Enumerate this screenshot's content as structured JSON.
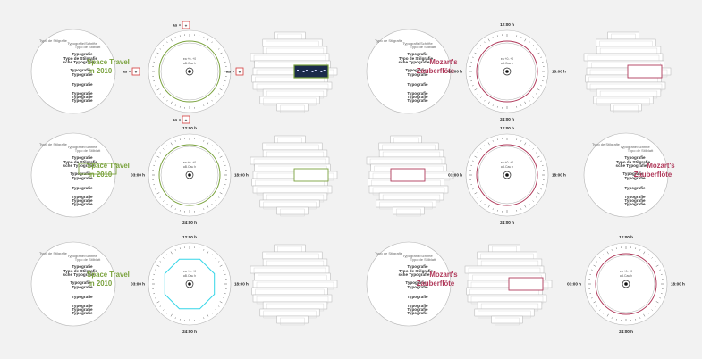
{
  "colors": {
    "space": "#7aa23d",
    "mozart": "#b03a5b",
    "cyan": "#35d6e8",
    "line": "#b4b4b4",
    "add": "#d23b3b"
  },
  "hours": {
    "top": "12:00 h",
    "left": "03:00 h",
    "right": "18:00 h",
    "bottom": "24:00 h"
  },
  "center_text": {
    "line1": "ea  +0..+0",
    "line2": "aB.Cau  h"
  },
  "typo": {
    "space": {
      "small": [
        "Typografie/Schrifte",
        "Typo de Stilblatt",
        "Typografie",
        "Typo de Stilgrafie",
        "sche Typografie",
        "Typografie",
        "Typografie",
        "Typografie",
        "Typografie",
        "Typografie",
        "Typografie"
      ],
      "title": [
        "Space Travel",
        "in 2010"
      ],
      "faint": [
        "Typo de Stilgrafie"
      ]
    },
    "mozart": {
      "small": [
        "Typografie/Schrifte",
        "Typo de Stilblatt",
        "Typografie",
        "Typo de Stilgrafie",
        "sche Typografie",
        "Typografie",
        "Typografie",
        "Typografie",
        "Typografie",
        "Typografie",
        "Typografie"
      ],
      "title": [
        "Mozart's",
        "Zauberflöte"
      ],
      "faint": [
        "Typo de Stilgrafie"
      ]
    }
  },
  "add_labels": {
    "top": "aa",
    "left": "aa",
    "right": "aa",
    "bottom": "aa",
    "plus": "+"
  },
  "panels": [
    {
      "id": "r1-typo-space",
      "type": "typo",
      "theme": "space"
    },
    {
      "id": "r1-clock-space",
      "type": "clock",
      "theme": "space",
      "addButtons": true
    },
    {
      "id": "r1-bars-dark",
      "type": "bars",
      "theme": "space",
      "dark": true
    },
    {
      "id": "r1-typo-mozart",
      "type": "typo",
      "theme": "mozart"
    },
    {
      "id": "r1-clock-mozart",
      "type": "clock",
      "theme": "mozart"
    },
    {
      "id": "r1-bars-mozart",
      "type": "bars",
      "theme": "mozart"
    },
    {
      "id": "r2-typo-space-box",
      "type": "typo",
      "theme": "space",
      "box": true
    },
    {
      "id": "r2-clock-space",
      "type": "clock",
      "theme": "space"
    },
    {
      "id": "r2-bars-space",
      "type": "bars",
      "theme": "space"
    },
    {
      "id": "r2-bars-mozart",
      "type": "bars",
      "theme": "mozart",
      "flip": true
    },
    {
      "id": "r2-clock-mozart",
      "type": "clock",
      "theme": "mozart"
    },
    {
      "id": "r2-typo-mozart",
      "type": "typo",
      "theme": "mozart"
    },
    {
      "id": "r3-typo-space",
      "type": "typo",
      "theme": "space"
    },
    {
      "id": "r3-clock-cyan",
      "type": "clock",
      "theme": "cyan"
    },
    {
      "id": "r3-bars-empty",
      "type": "bars",
      "theme": "space",
      "empty": true
    },
    {
      "id": "r3-typo-mozart",
      "type": "typo",
      "theme": "mozart"
    },
    {
      "id": "r3-bars-mozart",
      "type": "bars",
      "theme": "mozart"
    },
    {
      "id": "r3-clock-mozart",
      "type": "clock",
      "theme": "mozart"
    }
  ]
}
